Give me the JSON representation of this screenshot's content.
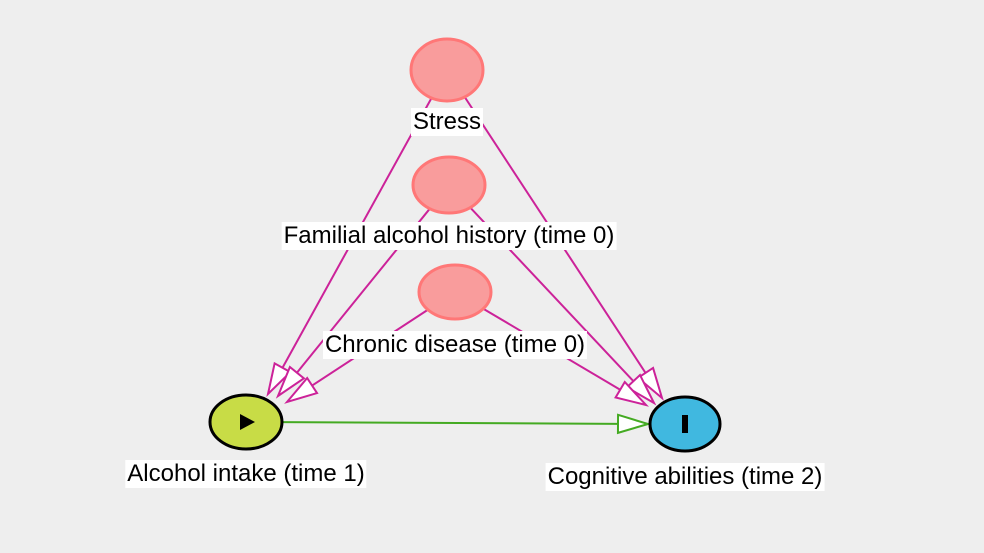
{
  "diagram": {
    "type": "causal-dag",
    "colors": {
      "background": "#eeeeee",
      "adjusted_fill": "#f99c9c",
      "adjusted_stroke": "#ff7777",
      "exposure_fill": "#c8dc46",
      "outcome_fill": "#40b8e0",
      "node_stroke_dark": "#000000",
      "biasing_edge": "#cc2299",
      "causal_edge": "#44aa22"
    },
    "nodes": [
      {
        "id": "stress",
        "label": "Stress",
        "role": "ancestor"
      },
      {
        "id": "familial",
        "label": "Familial alcohol history (time 0)",
        "role": "ancestor"
      },
      {
        "id": "chronic",
        "label": "Chronic disease (time 0)",
        "role": "ancestor"
      },
      {
        "id": "alcohol",
        "label": "Alcohol intake (time 1)",
        "role": "exposure",
        "icon": "play-icon"
      },
      {
        "id": "cognitive",
        "label": "Cognitive abilities (time 2)",
        "role": "outcome",
        "icon": "bar-icon"
      }
    ],
    "edges": [
      {
        "from": "stress",
        "to": "alcohol",
        "kind": "biasing"
      },
      {
        "from": "stress",
        "to": "cognitive",
        "kind": "biasing"
      },
      {
        "from": "familial",
        "to": "alcohol",
        "kind": "biasing"
      },
      {
        "from": "familial",
        "to": "cognitive",
        "kind": "biasing"
      },
      {
        "from": "chronic",
        "to": "alcohol",
        "kind": "biasing"
      },
      {
        "from": "chronic",
        "to": "cognitive",
        "kind": "biasing"
      },
      {
        "from": "alcohol",
        "to": "cognitive",
        "kind": "causal"
      }
    ]
  }
}
